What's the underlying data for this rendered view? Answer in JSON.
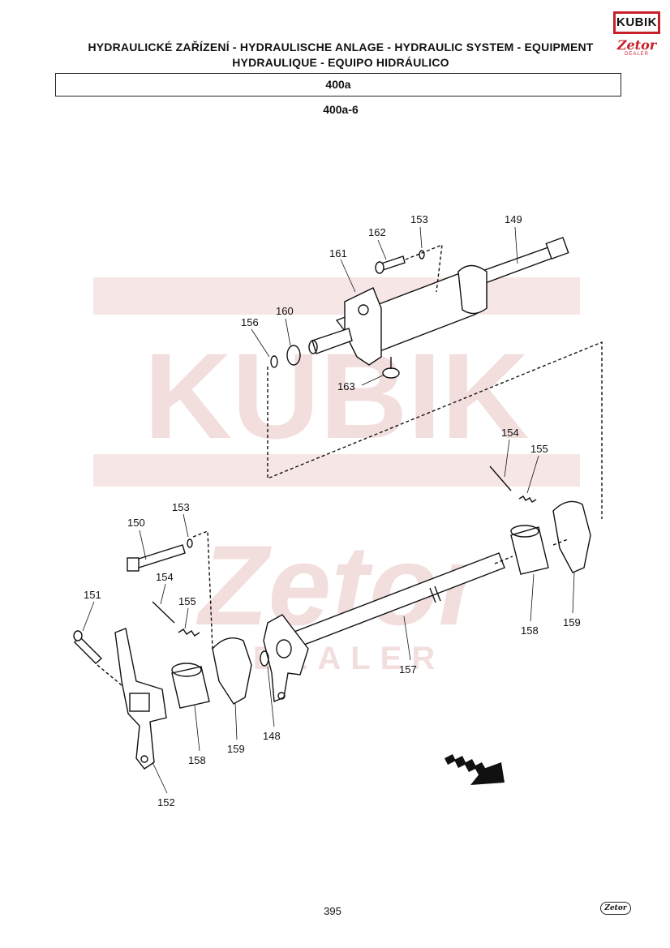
{
  "header": {
    "title_line1": "HYDRAULICKÉ ZAŘÍZENÍ - HYDRAULISCHE ANLAGE - HYDRAULIC SYSTEM - EQUIPMENT",
    "title_line2": "HYDRAULIQUE - EQUIPO HIDRÁULICO",
    "section": "400a",
    "subsection": "400a-6"
  },
  "logo": {
    "brand": "KUBIK",
    "sub_brand": "Zetor",
    "tag": "DEALER"
  },
  "watermark": {
    "line1": "KUBIK",
    "line2": "Zetor",
    "line3": "DEALER"
  },
  "part_labels": [
    "162",
    "153",
    "149",
    "161",
    "160",
    "156",
    "163",
    "154",
    "155",
    "150",
    "153",
    "154",
    "155",
    "151",
    "158",
    "159",
    "157",
    "158",
    "159",
    "148",
    "152"
  ],
  "footer": {
    "page_number": "395",
    "brand": "Zetor"
  },
  "colors": {
    "ink": "#111111",
    "accent": "#c8202a",
    "watermark": "#f3dede"
  }
}
